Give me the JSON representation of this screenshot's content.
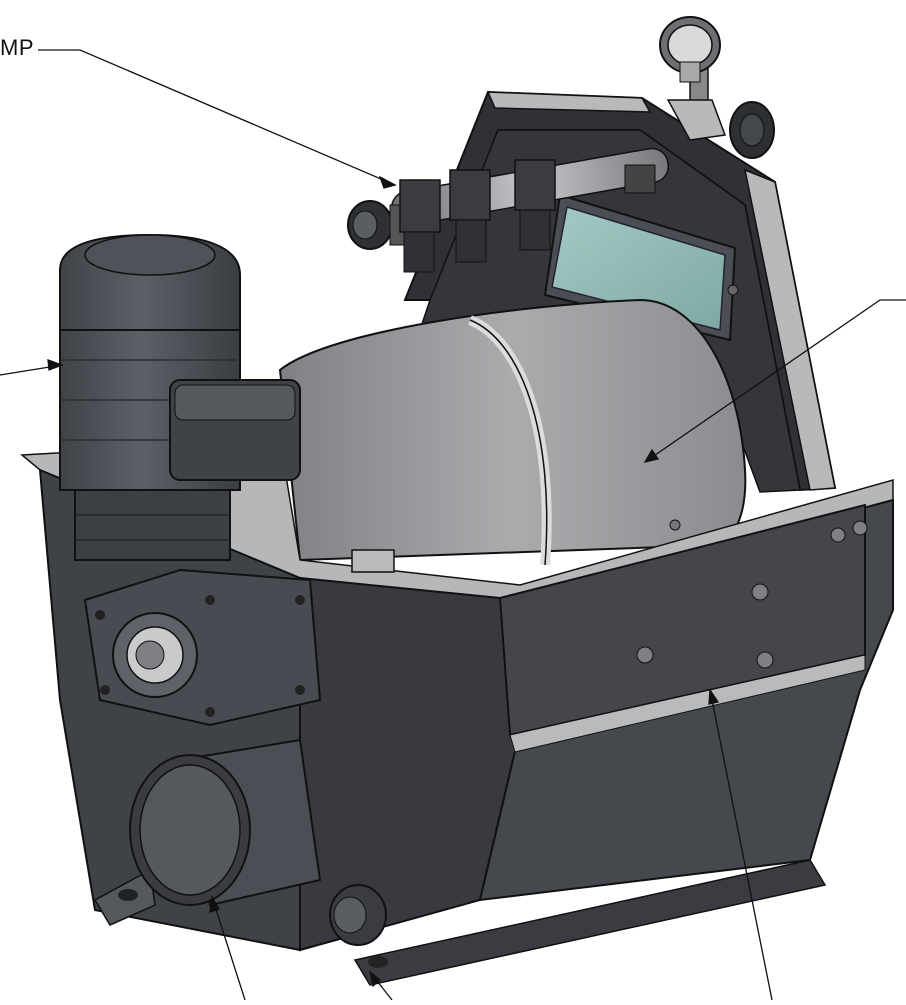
{
  "callouts": {
    "pump_label": "MP"
  },
  "colors": {
    "body_dark": "#3d3f44",
    "body_mid": "#4b4e54",
    "drum": "#9a9c9e",
    "motor": "#50535a",
    "window_glass": "#8fb5b0",
    "frame_light": "#b8b9ba",
    "leader_line": "#111111"
  },
  "components": [
    "pump-nozzles",
    "gear-motor",
    "filter-drum",
    "inspection-window",
    "pressure-gauge",
    "tank-body",
    "front-panel",
    "inlet-pipe",
    "drain-plug"
  ]
}
